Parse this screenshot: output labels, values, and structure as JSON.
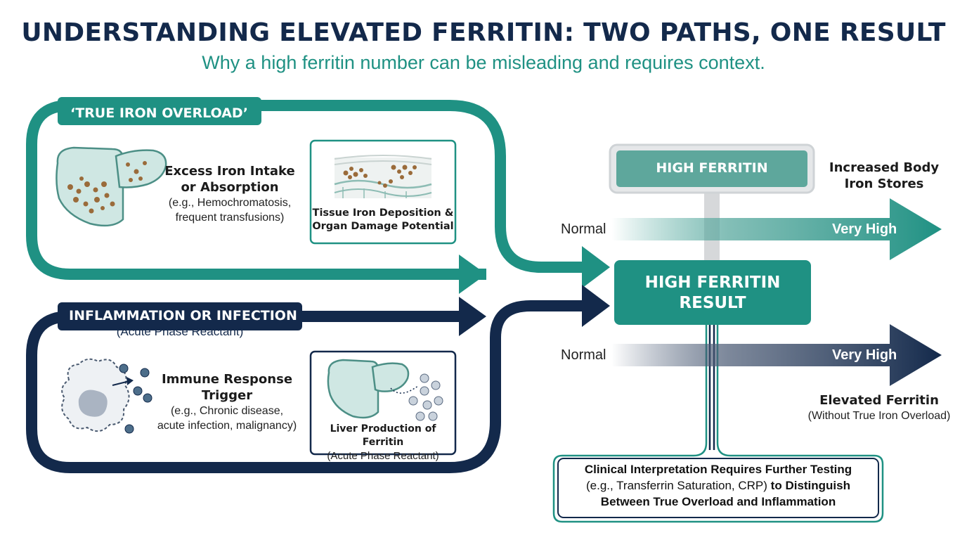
{
  "header": {
    "title": "UNDERSTANDING ELEVATED FERRITIN: TWO PATHS, ONE RESULT",
    "subtitle": "Why a high ferritin number can be misleading and requires context."
  },
  "colors": {
    "teal": "#1f9183",
    "navy": "#13294b",
    "light_teal": "#5ea79c",
    "gray": "#d6d8da"
  },
  "overload_path": {
    "label": "‘TRUE IRON OVERLOAD’",
    "intake_title_1": "Excess Iron Intake",
    "intake_title_2": "or Absorption",
    "intake_detail_1": "(e.g., Hemochromatosis,",
    "intake_detail_2": "frequent transfusions)",
    "deposition_title_1": "Tissue Iron Deposition &",
    "deposition_title_2": "Organ Damage Potential"
  },
  "inflammation_path": {
    "label": "INFLAMMATION OR INFECTION",
    "label_sub": "(Acute Phase Reactant)",
    "immune_title_1": "Immune Response",
    "immune_title_2": "Trigger",
    "immune_detail_1": "(e.g., Chronic disease,",
    "immune_detail_2": "acute infection, malignancy)",
    "liver_title": "Liver Production of Ferritin",
    "liver_sub": "(Acute Phase Reactant)"
  },
  "result": {
    "top_box": "HIGH FERRITIN",
    "main_box_1": "HIGH FERRITIN",
    "main_box_2": "RESULT"
  },
  "scales": {
    "upper_outcome_1": "Increased Body",
    "upper_outcome_2": "Iron Stores",
    "normal_label": "Normal",
    "very_high_label": "Very High",
    "lower_outcome_title": "Elevated Ferritin",
    "lower_outcome_sub": "(Without True Iron Overload)"
  },
  "interpretation": {
    "line_1": "Clinical Interpretation Requires Further Testing",
    "line_2_plain": "(e.g., Transferrin Saturation, CRP)",
    "line_2_bold": "to Distinguish",
    "line_3": "Between True Overload and Inflammation"
  }
}
